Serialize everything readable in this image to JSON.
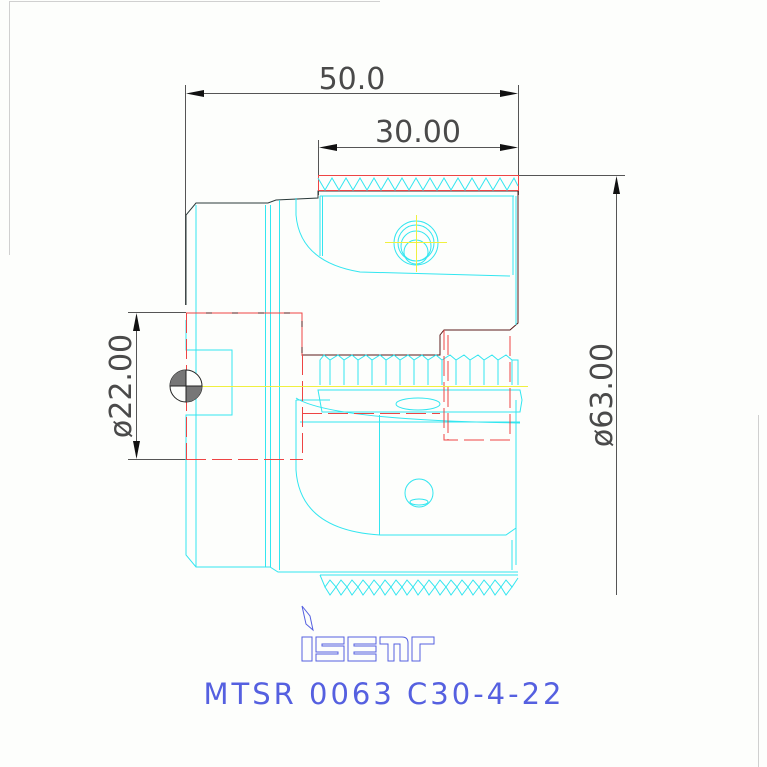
{
  "drawing": {
    "part_number": "MTSR 0063 C30-4-22",
    "brand_logo": "iscar",
    "dimensions": {
      "overall_length": "50.0",
      "cutting_length": "30.00",
      "bore_diameter": "ø22.00",
      "cutting_diameter": "ø63.00"
    }
  },
  "colors": {
    "background": "#fdfefc",
    "outline": "#2a3a3a",
    "cyan": "#33e6f0",
    "red": "#ee4444",
    "dark_red": "#7a1a1a",
    "yellow": "#f0f040",
    "dimension": "#555555",
    "title": "#5560e0",
    "frame": "#cccccc"
  }
}
